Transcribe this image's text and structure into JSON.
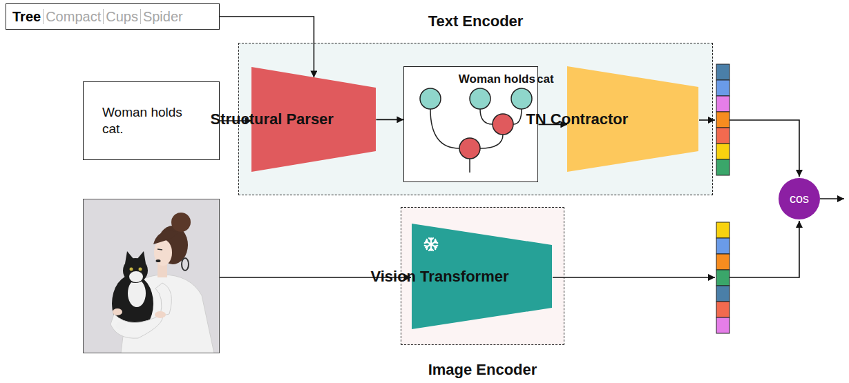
{
  "diagram": {
    "nodes": [
      {
        "text": [
          "Tree",
          "Compact",
          "Cups",
          "Spider"
        ]
      },
      {
        "text": [
          "Woman holds cat."
        ]
      },
      {
        "text": [
          "Text Encoder"
        ]
      },
      {
        "text": [
          "Structural Parser"
        ],
        "in": 2
      },
      {
        "text": [
          "Woman holds",
          "cat"
        ],
        "in": 2
      },
      {
        "text": [
          "TN Contractor"
        ],
        "in": 2
      },
      {
        "text": [
          "cos"
        ]
      },
      {
        "text": [
          "Image Encoder"
        ]
      },
      {
        "text": [
          "Vision Transformer"
        ],
        "in": 7
      }
    ],
    "edges": [
      {
        "from": 0,
        "to": 3,
        "arrow": "to"
      },
      {
        "from": 1,
        "to": 3,
        "arrow": "to"
      },
      {
        "from": 3,
        "to": 4,
        "arrow": "to"
      },
      {
        "from": 4,
        "to": 5,
        "arrow": "to"
      }
    ]
  }
}
